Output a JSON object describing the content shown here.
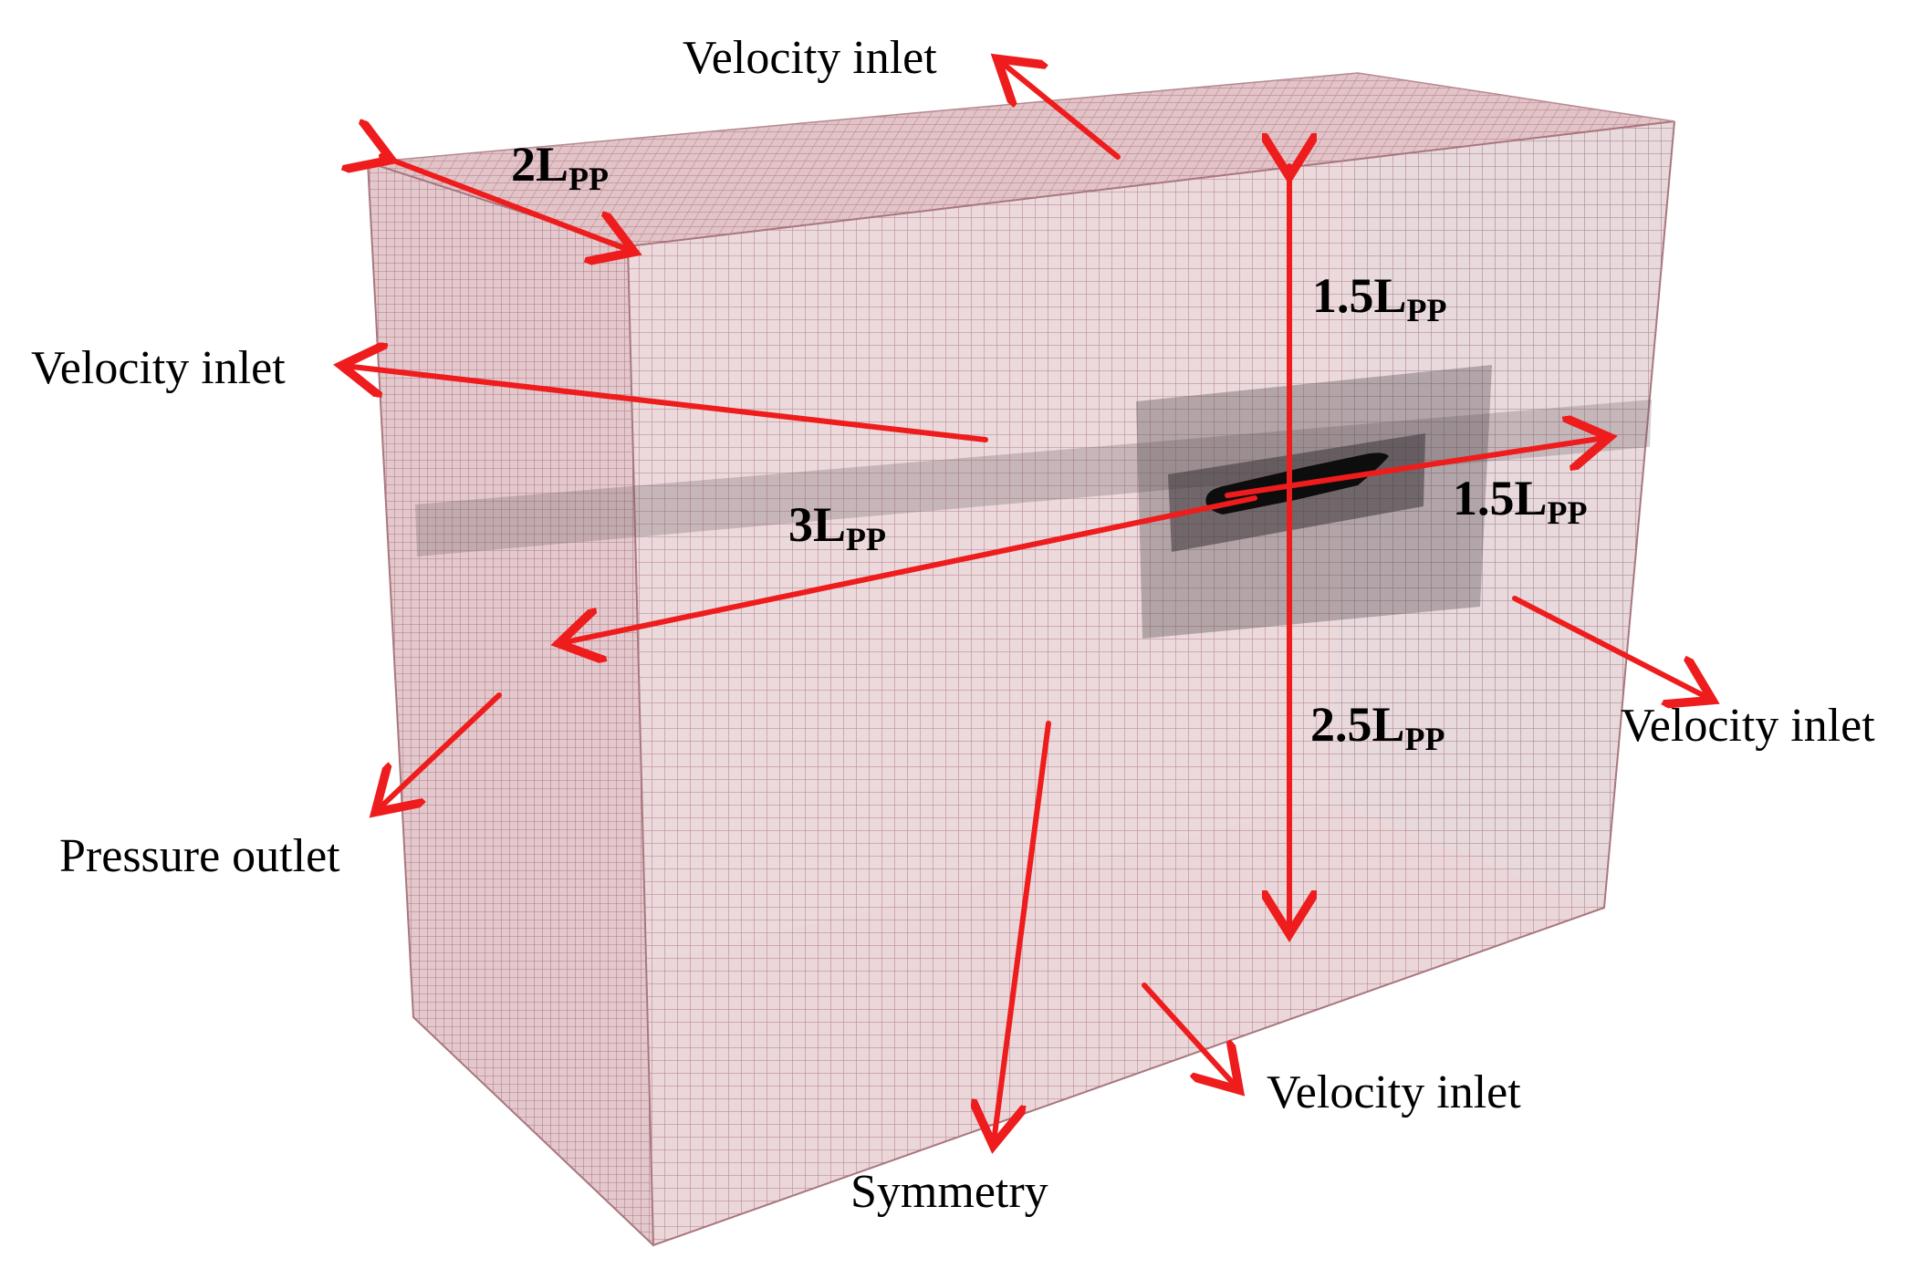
{
  "colors": {
    "arrow": "#ee1c1c",
    "mesh_pink": "#c98f97",
    "mesh_blue": "#9aaab4",
    "hull": "#111111"
  },
  "labels": {
    "velocity_inlet_top": "Velocity inlet",
    "velocity_inlet_left": "Velocity inlet",
    "velocity_inlet_right": "Velocity inlet",
    "velocity_inlet_bottom": "Velocity inlet",
    "pressure_outlet": "Pressure outlet",
    "symmetry": "Symmetry"
  },
  "dimensions": {
    "width_top": {
      "value": "2L",
      "sub": "PP"
    },
    "length": {
      "value": "3L",
      "sub": "PP"
    },
    "ahead": {
      "value": "1.5L",
      "sub": "PP"
    },
    "above": {
      "value": "1.5L",
      "sub": "PP"
    },
    "below": {
      "value": "2.5L",
      "sub": "PP"
    }
  }
}
